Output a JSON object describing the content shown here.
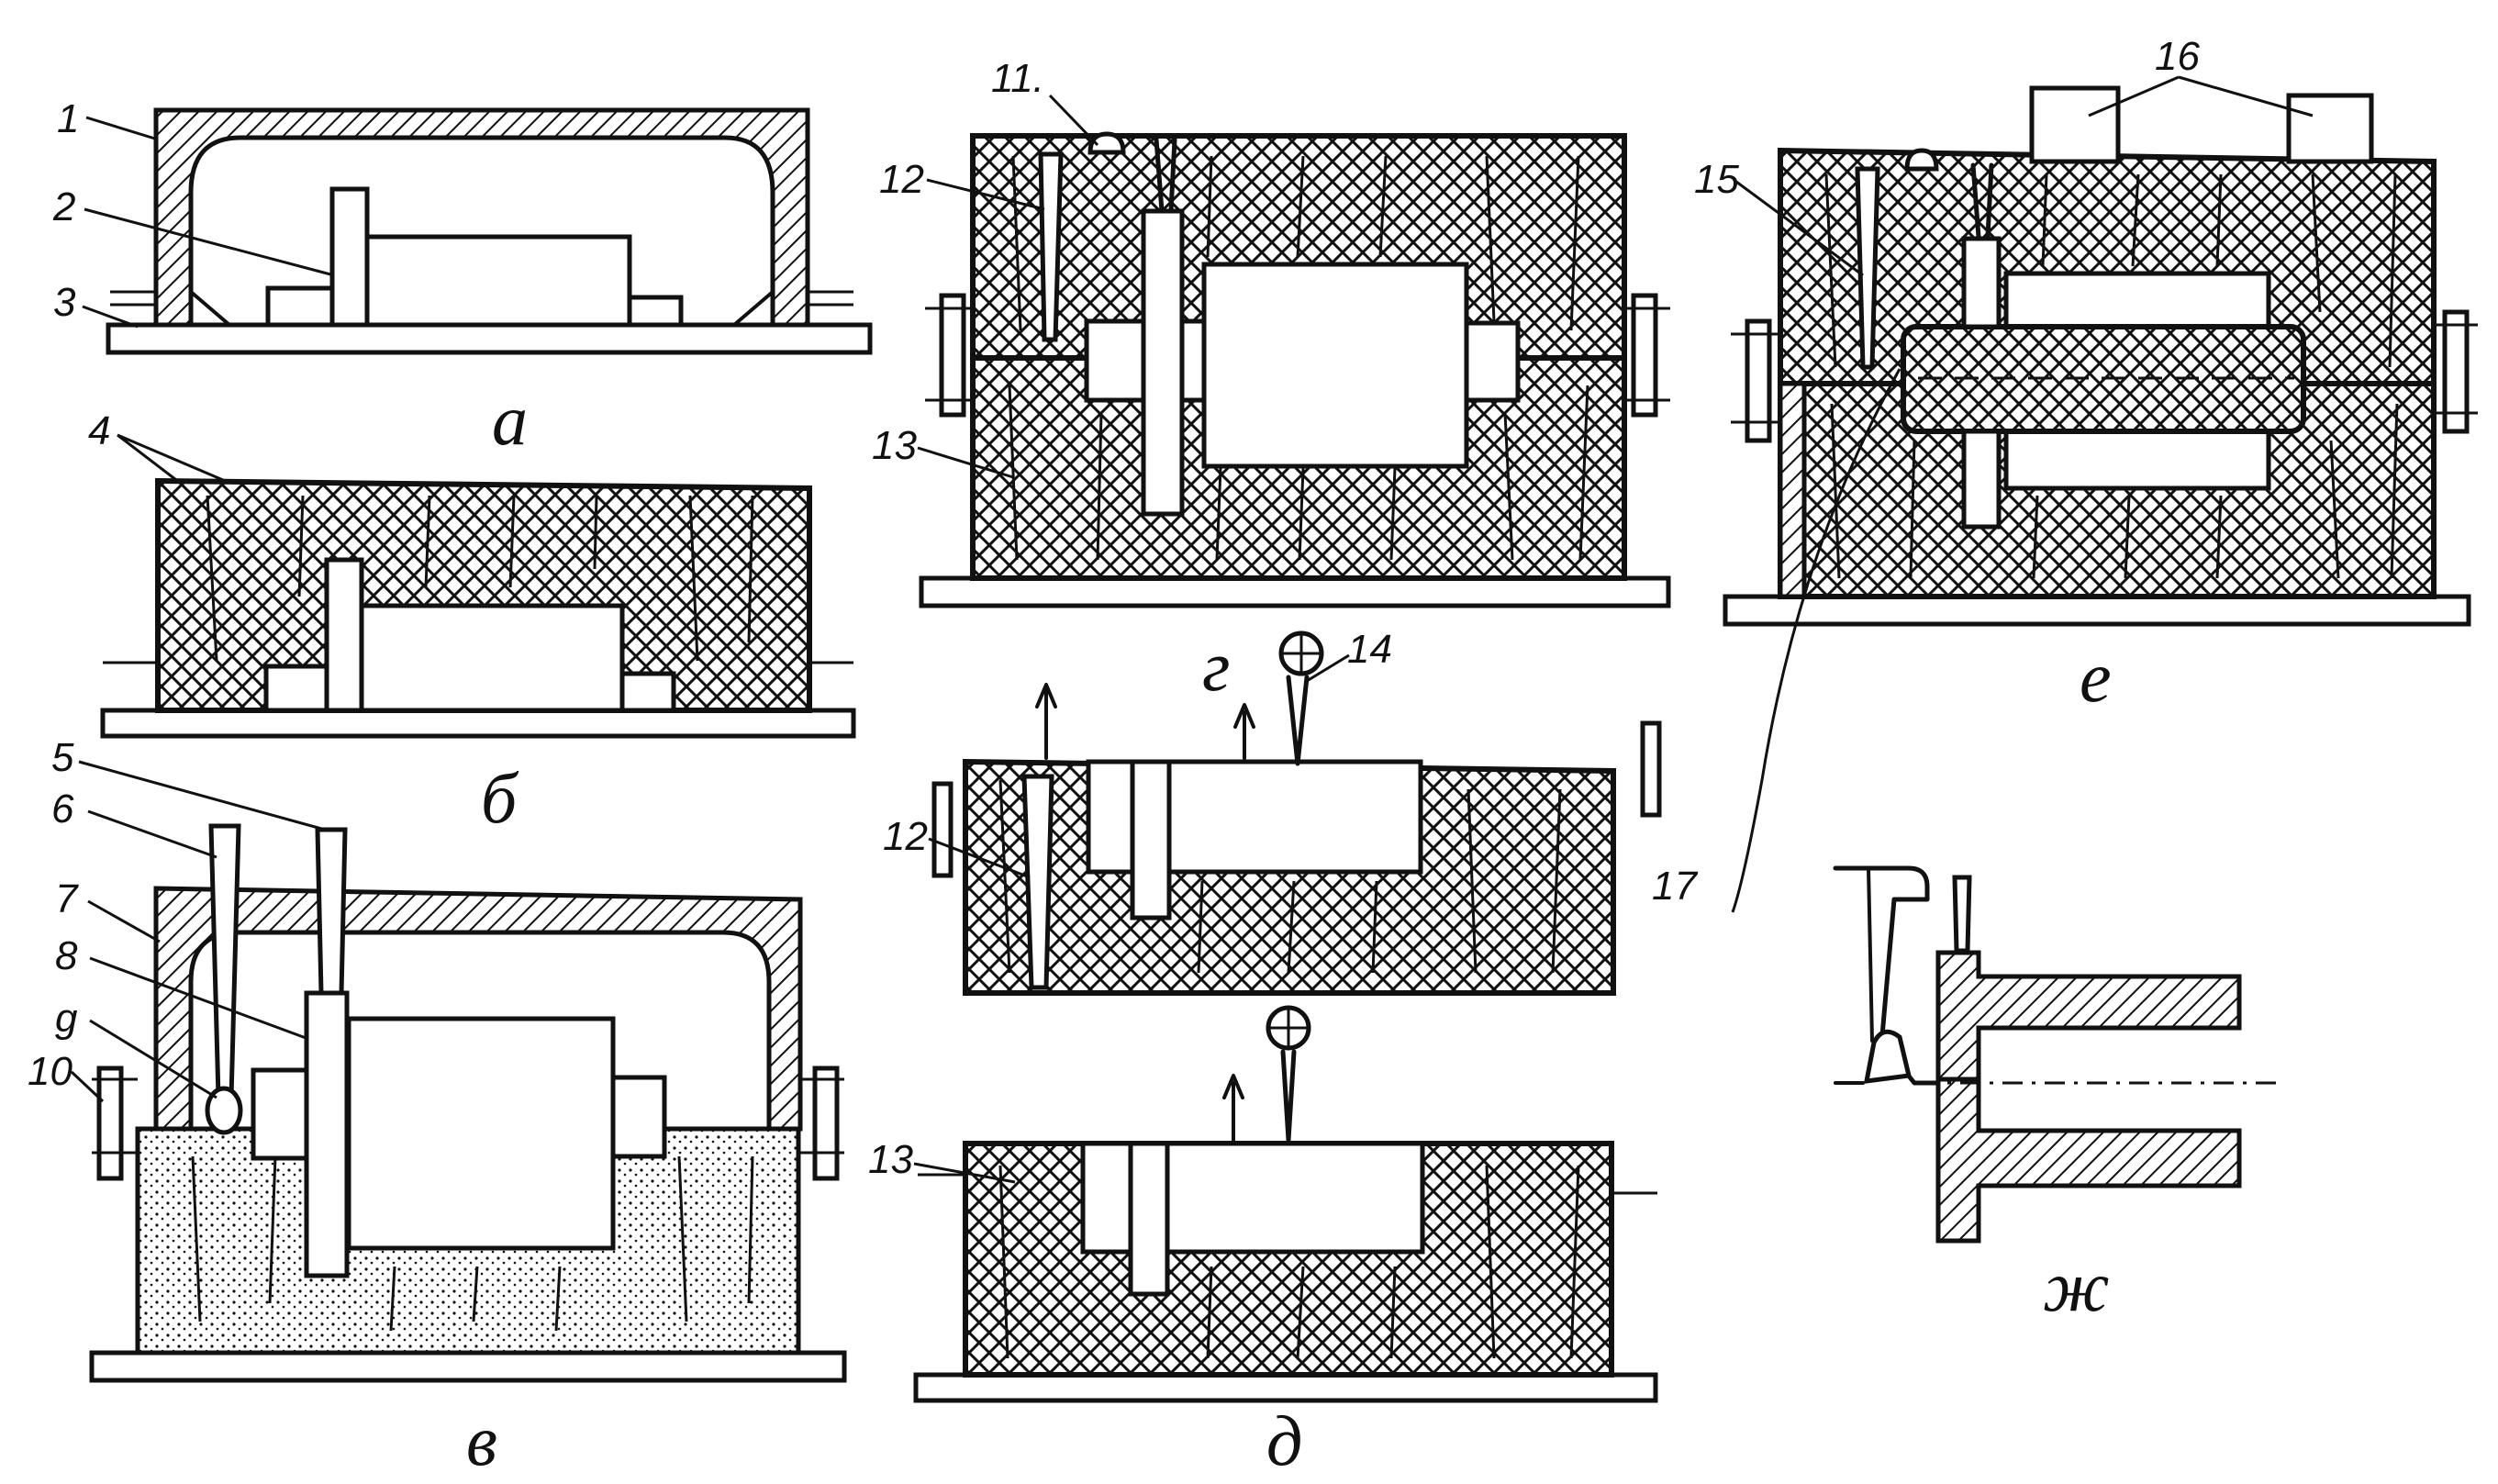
{
  "panels": {
    "a": "а",
    "b": "б",
    "v": "в",
    "g": "г",
    "d": "д",
    "e": "е",
    "zh": "ж"
  },
  "callouts": {
    "n1": "1",
    "n2": "2",
    "n3": "3",
    "n4": "4",
    "n5": "5",
    "n6": "6",
    "n7": "7",
    "n8": "8",
    "n9": "g",
    "n10": "10",
    "n11": "11.",
    "n12a": "12",
    "n12b": "12",
    "n13a": "13",
    "n13b": "13",
    "n14": "14",
    "n15": "15",
    "n16": "16",
    "n17": "17"
  },
  "colors": {
    "ink": "#111111",
    "background": "#ffffff"
  }
}
